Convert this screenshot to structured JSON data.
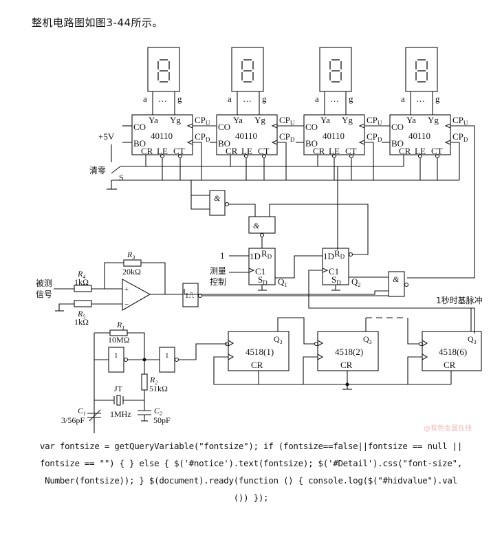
{
  "heading": "整机电路图如图3-44所示。",
  "figure": {
    "counters_40110": [
      {
        "chip": "40110",
        "display_pins": [
          "a",
          "…",
          "g"
        ],
        "pins": [
          "Ya",
          "Yg",
          "CO",
          "BO",
          "CR",
          "LE",
          "CT",
          "CP",
          "CP"
        ],
        "sub_u": "U",
        "sub_d": "D"
      },
      {
        "chip": "40110",
        "display_pins": [
          "a",
          "…",
          "g"
        ],
        "pins": [
          "Ya",
          "Yg",
          "CO",
          "BO",
          "CR",
          "LE",
          "CT",
          "CP",
          "CP"
        ],
        "sub_u": "U",
        "sub_d": "D"
      },
      {
        "chip": "40110",
        "display_pins": [
          "a",
          "…",
          "g"
        ],
        "pins": [
          "Ya",
          "Yg",
          "CO",
          "BO",
          "CR",
          "LE",
          "CT",
          "CP",
          "CP"
        ],
        "sub_u": "U",
        "sub_d": "D"
      },
      {
        "chip": "40110",
        "display_pins": [
          "a",
          "…",
          "g"
        ],
        "pins": [
          "Ya",
          "Yg",
          "CO",
          "BO",
          "CR",
          "LE",
          "CT",
          "CP",
          "CP"
        ],
        "sub_u": "U",
        "sub_d": "D"
      }
    ],
    "supply_label": "+5V",
    "reset_label": "清零",
    "switch_label": "S",
    "and_gate_symbol": "&",
    "not_gate_symbol": "1",
    "flipflop1": {
      "d": "1D",
      "r": "R",
      "r_sub": "D",
      "c": "C1",
      "s": "S",
      "s_sub": "D",
      "q": "Q",
      "q_sub": "1",
      "d_input": "1",
      "c_input_line1": "测量",
      "c_input_line2": "控制"
    },
    "flipflop2": {
      "d": "1D",
      "r": "R",
      "r_sub": "D",
      "c": "C1",
      "s": "S",
      "s_sub": "D",
      "q": "Q",
      "q_sub": "2"
    },
    "input_signal_line1": "被测",
    "input_signal_line2": "信号",
    "R3": {
      "name": "R",
      "sub": "3",
      "value": "20kΩ"
    },
    "R4": {
      "name": "R",
      "sub": "4",
      "value": "1kΩ"
    },
    "R5": {
      "name": "R",
      "sub": "5",
      "value": "1kΩ"
    },
    "R1": {
      "name": "R",
      "sub": "1",
      "value": "10MΩ"
    },
    "R2": {
      "name": "R",
      "sub": "2",
      "value": "51kΩ"
    },
    "C1": {
      "name": "C",
      "sub": "1",
      "value": "3/56pF"
    },
    "C2": {
      "name": "C",
      "sub": "2",
      "value": "50pF"
    },
    "crystal": {
      "name": "JT",
      "value": "1MHz"
    },
    "opamp_plus": "+",
    "opamp_minus": "−",
    "schmitt_label": "1⎍",
    "timebase_label": "1秒时基脉冲",
    "dividers_4518": [
      {
        "label": "4518(1)",
        "q": "Q",
        "q_sub": "3",
        "cr": "CR"
      },
      {
        "label": "4518(2)",
        "q": "Q",
        "q_sub": "3",
        "cr": "CR"
      },
      {
        "label": "4518(6)",
        "q": "Q",
        "q_sub": "3",
        "cr": "CR"
      }
    ]
  },
  "watermark": "@有色金属在线",
  "code_lines": [
    "var fontsize = getQueryVariable(\"fontsize\"); if (fontsize==false||fontsize == null ||",
    "fontsize == \"\") { } else { $('#notice').text(fontsize); $('#Detail').css(\"font-size\",",
    "Number(fontsize)); } $(document).ready(function () { console.log($(\"#hidvalue\").val",
    "()) });"
  ]
}
